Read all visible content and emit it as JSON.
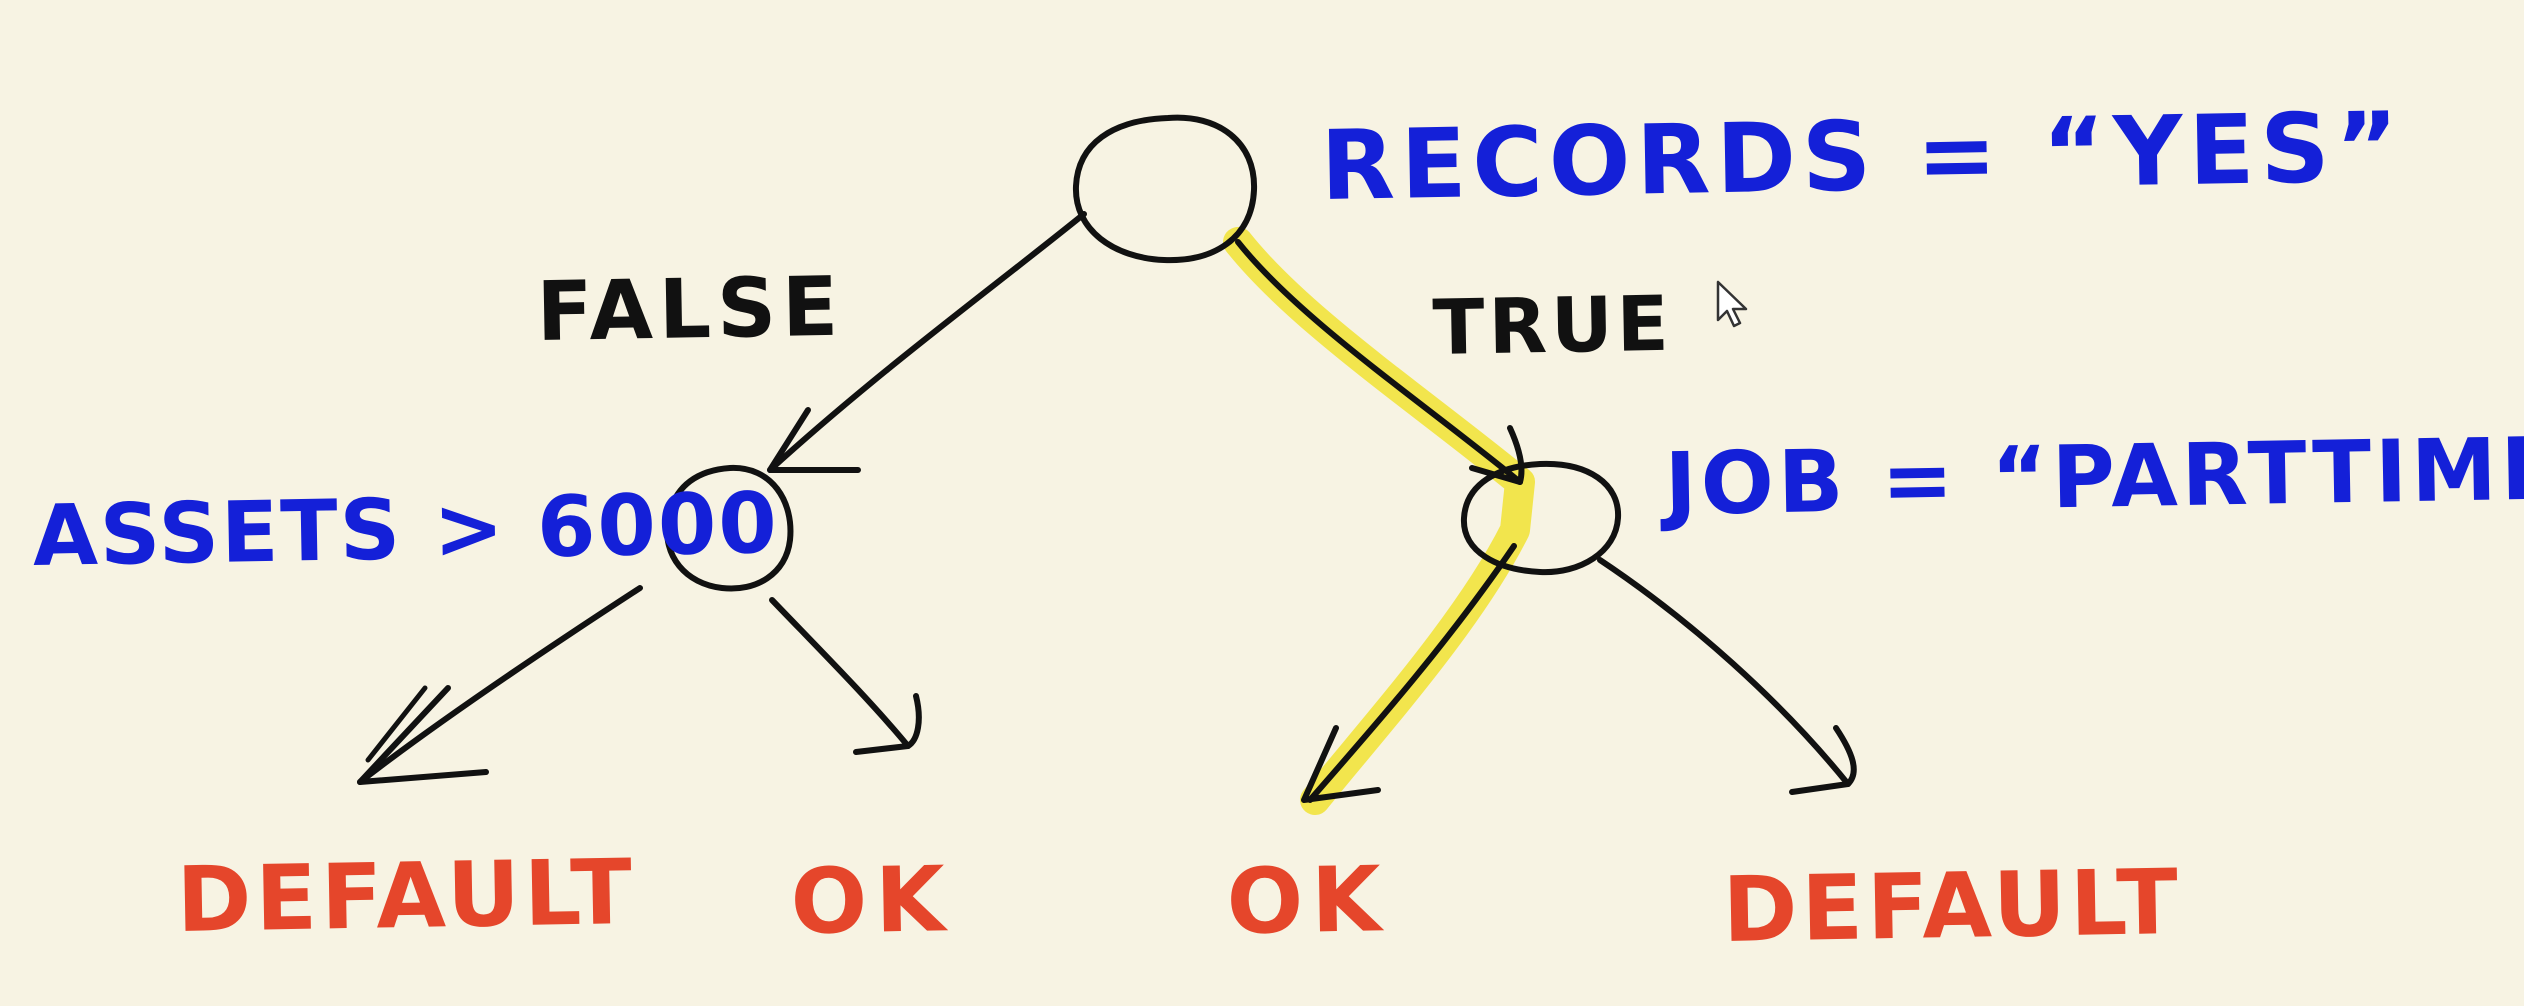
{
  "colors": {
    "background": "#f7f3e3",
    "condition_text": "#1420d8",
    "branch_text": "#111111",
    "outcome_text": "#e5462b",
    "highlight": "#f1e33c",
    "ink": "#111111"
  },
  "nodes": {
    "root": {
      "condition": "RECORDS = “YES”"
    },
    "left": {
      "condition": "ASSETS > 6000"
    },
    "right": {
      "condition": "JOB = “PARTTIME”"
    }
  },
  "branches": {
    "false_label": "FALSE",
    "true_label": "TRUE"
  },
  "leaves": [
    {
      "label": "DEFAULT"
    },
    {
      "label": "OK"
    },
    {
      "label": "OK"
    },
    {
      "label": "DEFAULT"
    }
  ],
  "icons": {
    "pointer": "mouse-pointer-icon"
  }
}
